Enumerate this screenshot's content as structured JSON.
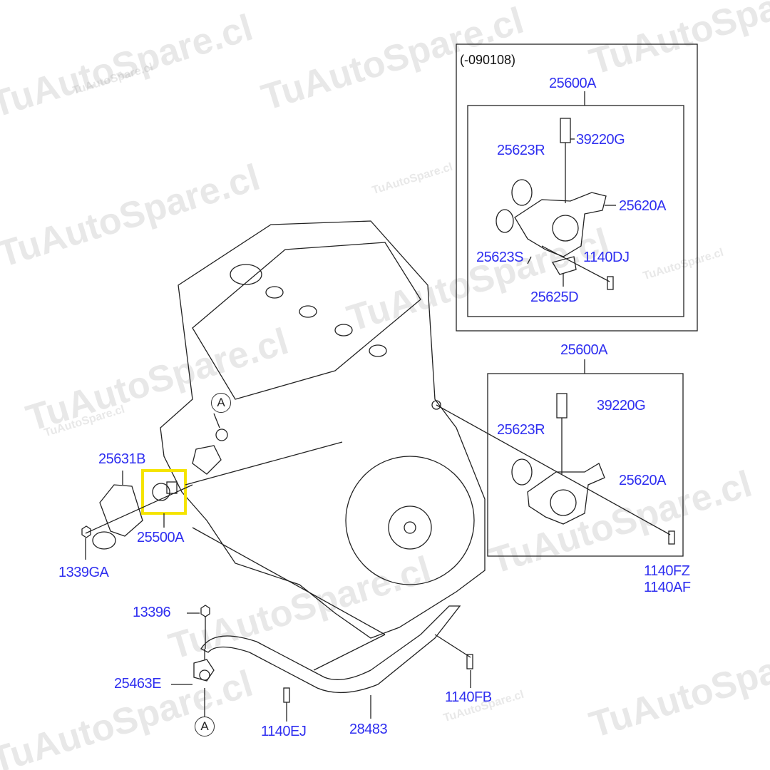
{
  "watermark": "TuAutoSpare.cl",
  "highlight_color": "#f5e400",
  "label_color": "#2f2ff0",
  "inset_top": {
    "date_code": "(-090108)",
    "assembly": "25600A",
    "labels": [
      "39220G",
      "25623R",
      "25620A",
      "25623S",
      "1140DJ",
      "25625D"
    ]
  },
  "inset_bottom": {
    "assembly": "25600A",
    "labels": [
      "39220G",
      "25623R",
      "25620A",
      "1140FZ",
      "1140AF"
    ]
  },
  "main": {
    "labels": [
      "25631B",
      "25500A",
      "1339GA",
      "13396",
      "25463E",
      "1140EJ",
      "28483",
      "1140FB"
    ],
    "callout": "A"
  }
}
